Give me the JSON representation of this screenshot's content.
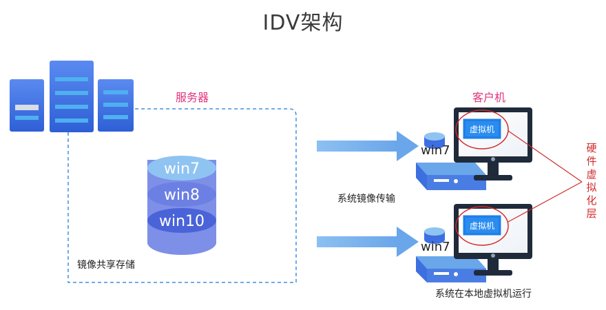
{
  "title": "IDV架构",
  "server": {
    "label": "服务器"
  },
  "client": {
    "label": "客户机"
  },
  "storage": {
    "label": "镜像共享存储",
    "images": [
      "win7",
      "win8",
      "win10"
    ]
  },
  "transfer": {
    "label": "系统镜像传输"
  },
  "local_run": {
    "label": "系统在本地虚拟机运行"
  },
  "hardware_virtualization": {
    "label": "硬件虚拟化层"
  },
  "clients": [
    {
      "os": "win7",
      "vm_label": "虚拟机"
    },
    {
      "os": "win7",
      "vm_label": "虚拟机"
    }
  ],
  "colors": {
    "primary_blue": "#3d6fe0",
    "light_blue": "#7fb3ee",
    "highlight_pink": "#e0337a",
    "red": "#d12a2a",
    "dark_monitor": "#1f2a3a"
  }
}
